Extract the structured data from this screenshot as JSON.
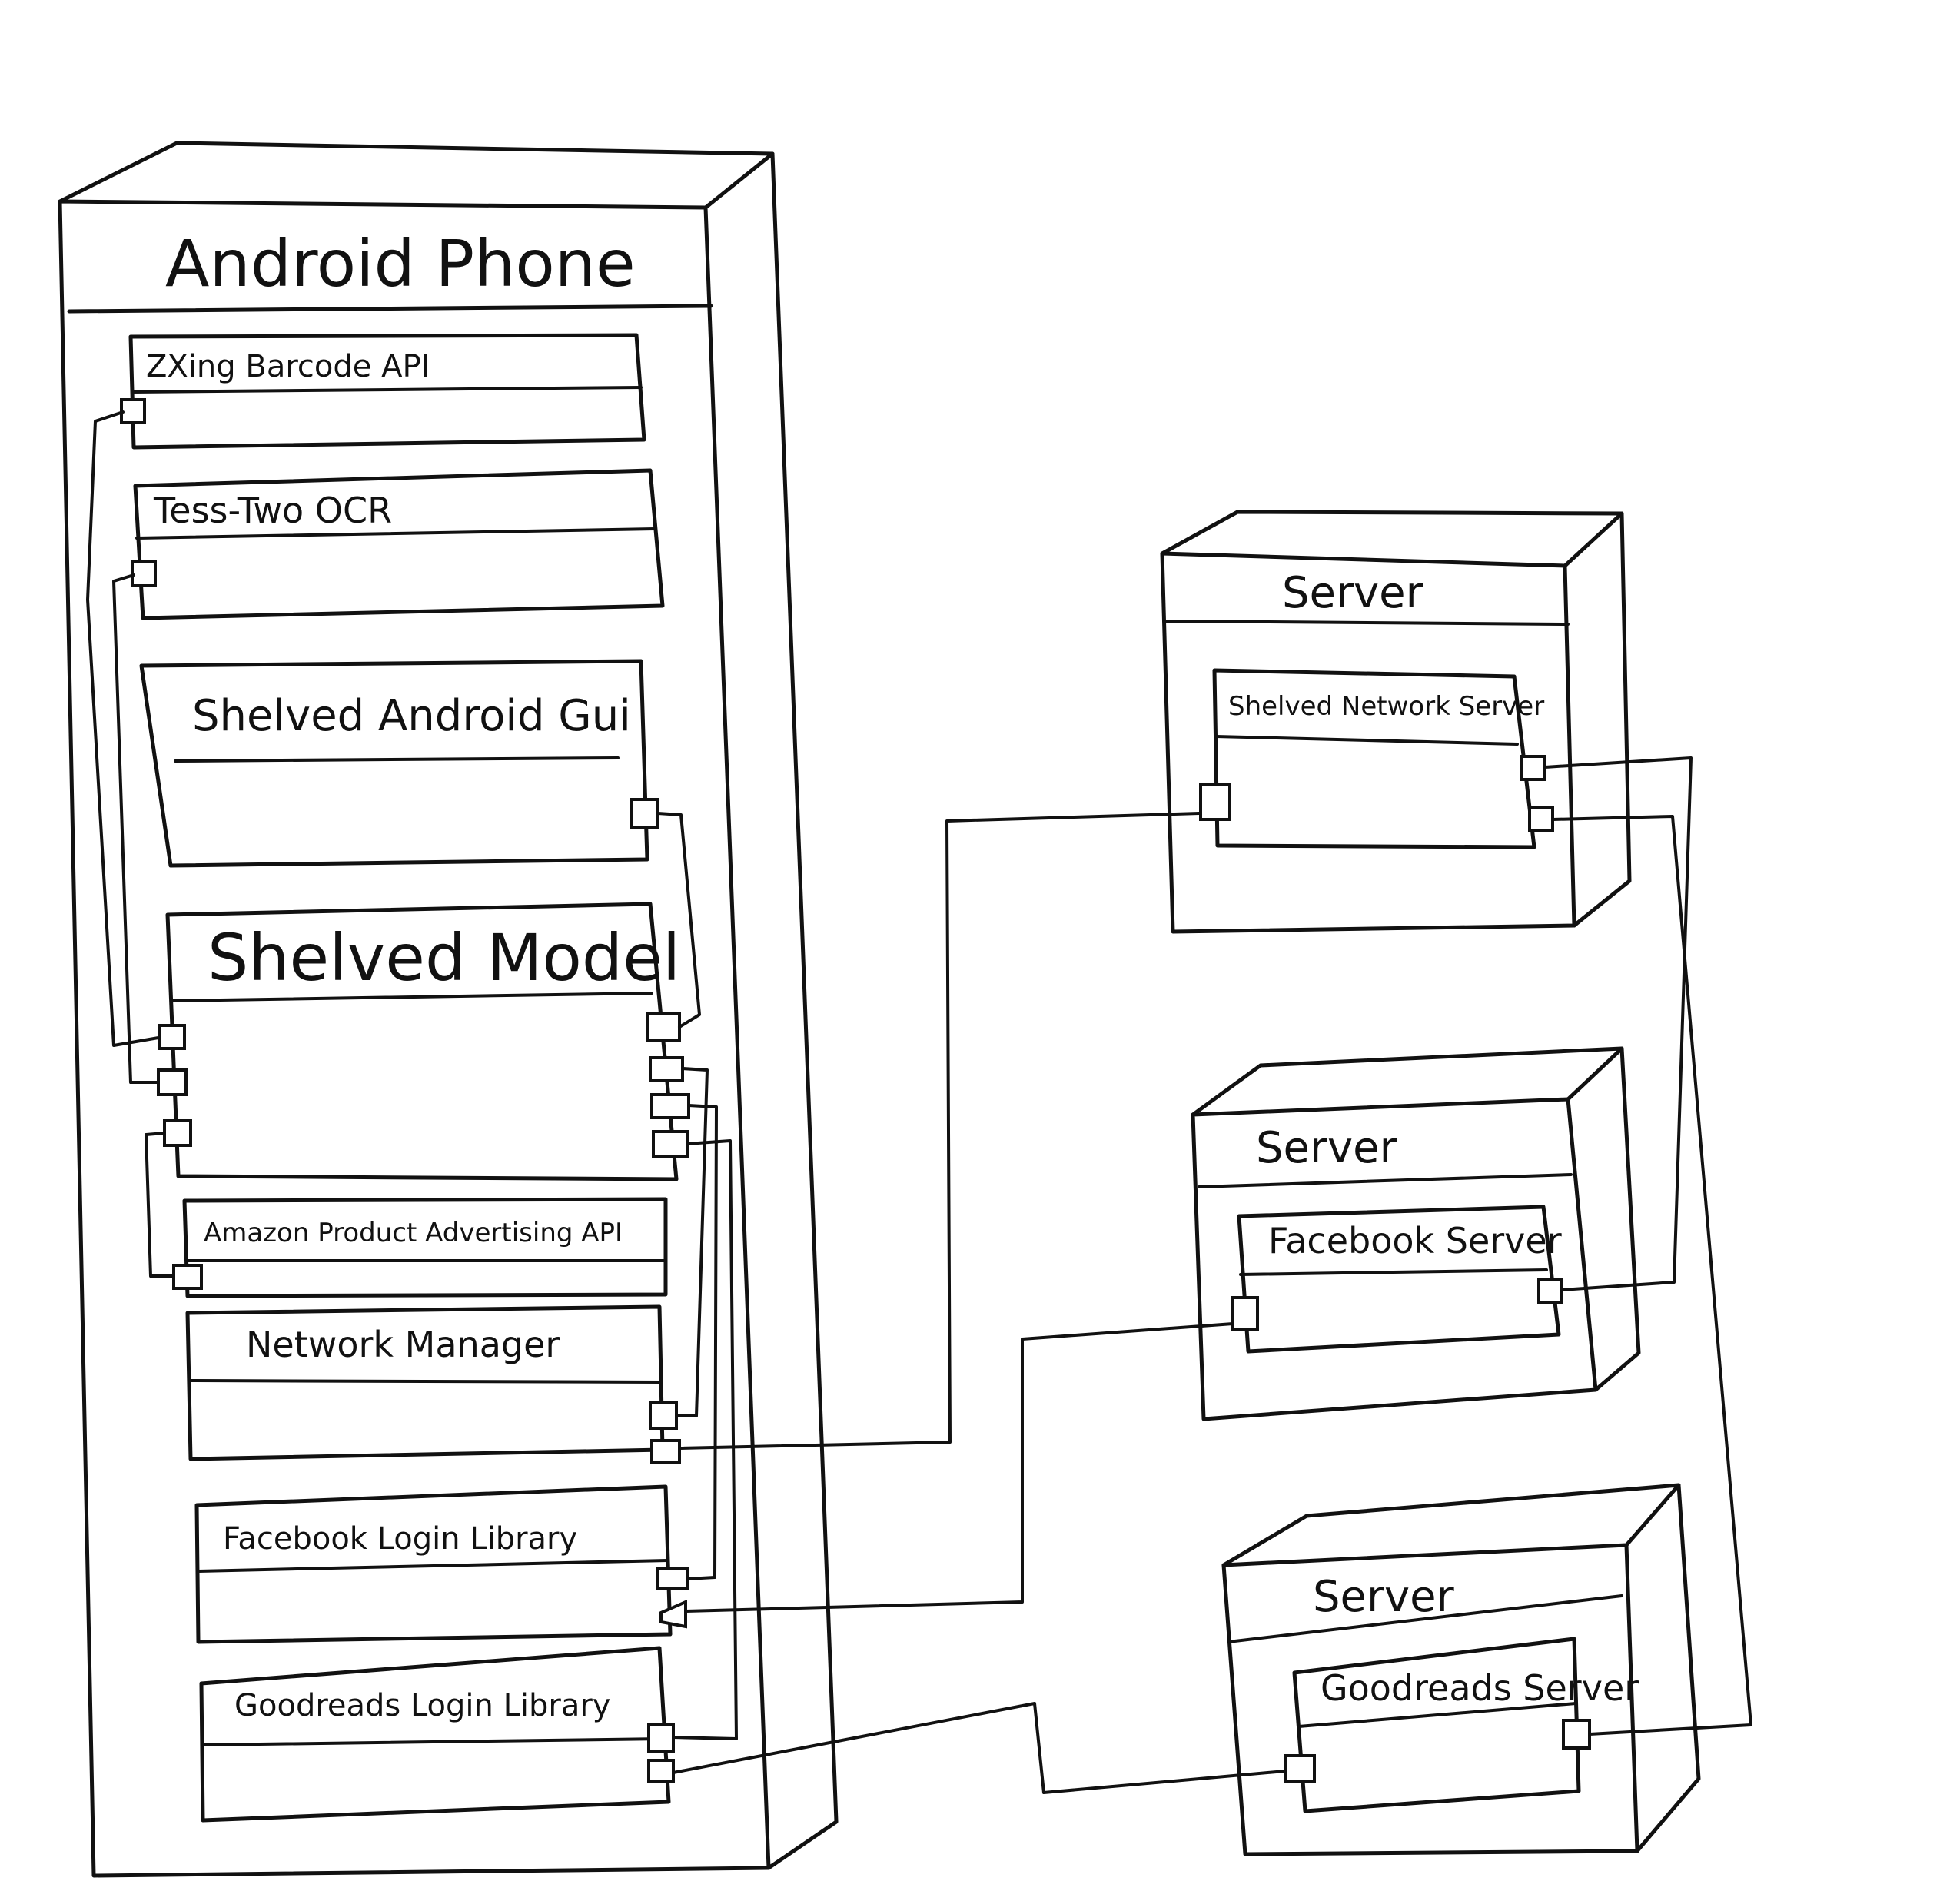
{
  "diagram": {
    "phone": {
      "title": "Android Phone",
      "components": {
        "zxing": "ZXing Barcode API",
        "tess": "Tess-Two OCR",
        "gui": "Shelved Android Gui",
        "model": "Shelved Model",
        "amazon": "Amazon Product Advertising API",
        "network": "Network Manager",
        "facebook_lib": "Facebook Login Library",
        "goodreads_lib": "Goodreads Login Library"
      }
    },
    "servers": {
      "shelved": {
        "title": "Server",
        "component": "Shelved Network Server"
      },
      "facebook": {
        "title": "Server",
        "component": "Facebook Server"
      },
      "goodreads": {
        "title": "Server",
        "component": "Goodreads Server"
      }
    }
  }
}
